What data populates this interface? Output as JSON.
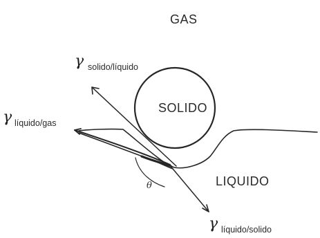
{
  "labels": {
    "gas": "GAS",
    "solid": "SOLIDO",
    "liquid": "LIQUIDO",
    "theta": "θ"
  },
  "tensions": {
    "symbol": "γ",
    "solid_liquid": "solido/líquido",
    "liquid_gas": "líquido/gas",
    "liquid_solid": "líquido/solido"
  },
  "colors": {
    "ink": "#262626",
    "background": "#ffffff"
  }
}
